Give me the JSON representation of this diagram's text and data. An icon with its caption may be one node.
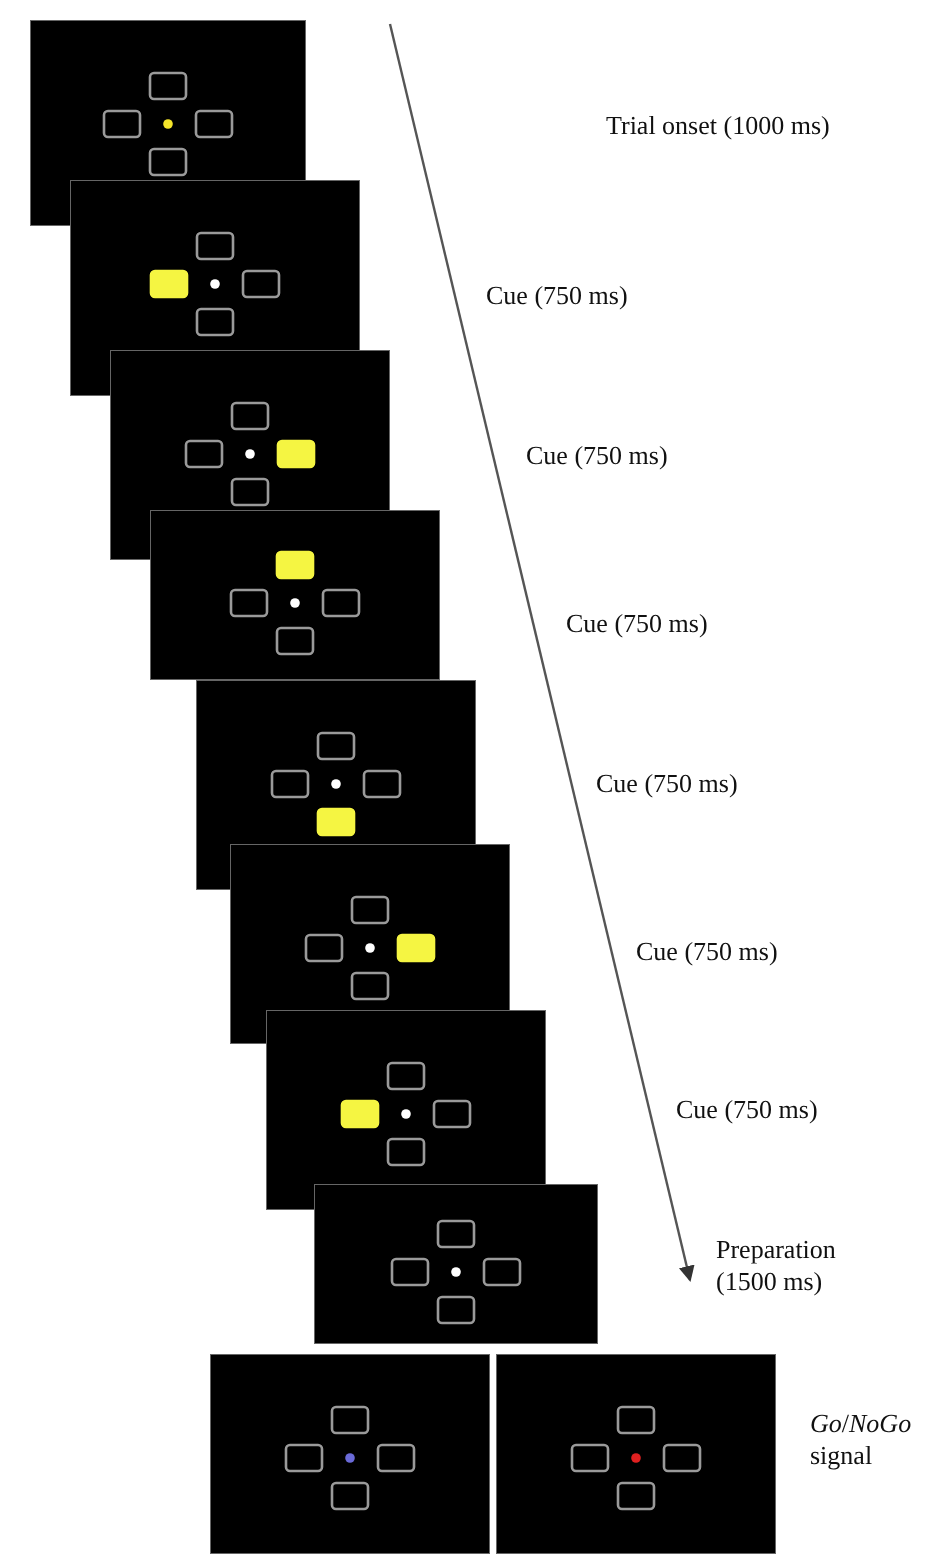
{
  "diagram": {
    "labels": [
      "Trial onset (1000 ms)",
      "Cue (750 ms)",
      "Cue (750 ms)",
      "Cue (750 ms)",
      "Cue (750 ms)",
      "Cue (750 ms)",
      "Cue (750 ms)",
      "Preparation (1500 ms)",
      "*Go*/*NoGo* signal"
    ]
  }
}
